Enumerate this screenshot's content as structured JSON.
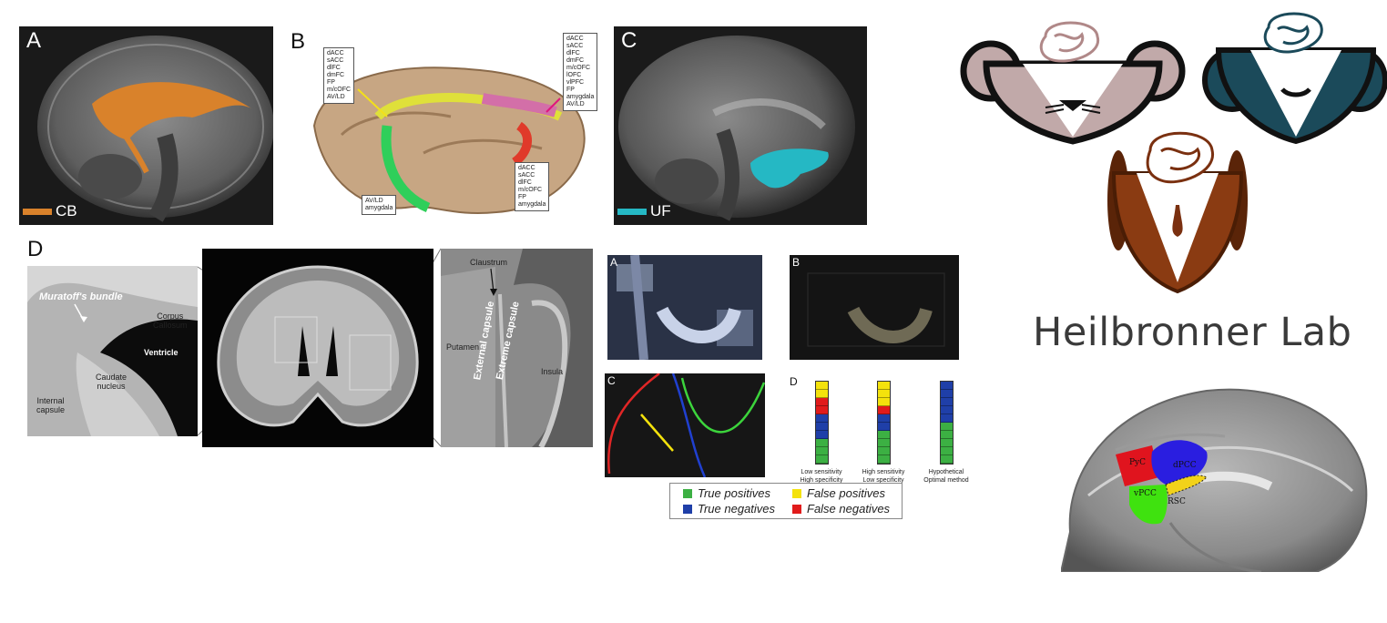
{
  "panels": {
    "A": {
      "letter": "A",
      "tract": "CB",
      "tract_color": "#d9822b"
    },
    "B": {
      "letter": "B",
      "box_left": "dACC\nsACC\ndlFC\ndmFC\nFP\nm/cOFC\nAV/LD",
      "box_right": "dACC\nsACC\ndlFC\ndmFC\nm/cOFC\nlOFC\nvlPFC\nFP\namygdala\nAV/LD",
      "box_bottom_left": "AV/LD\namygdala",
      "box_bottom_right": "dACC\nsACC\ndlFC\nm/cOFC\nFP\namygdala"
    },
    "C": {
      "letter": "C",
      "tract": "UF",
      "tract_color": "#25b8c4"
    },
    "D": {
      "letter": "D",
      "left_labels": {
        "bundle": "Muratoff's bundle",
        "corpus": "Corpus\nCallosum",
        "ventricle": "Ventricle",
        "caudate": "Caudate\nnucleus",
        "internal": "Internal\ncapsule"
      },
      "right_labels": {
        "claustrum": "Claustrum",
        "extreme": "Extreme capsule",
        "external": "External capsule",
        "putamen": "Putamen",
        "insula": "Insula"
      }
    }
  },
  "methods": {
    "sub_letters": [
      "A",
      "B",
      "C",
      "D"
    ],
    "bars": [
      {
        "caption": "Low sensitivity\nHigh specificity",
        "segments": [
          "#f4e20c",
          "#f4e20c",
          "#e11b1b",
          "#e11b1b",
          "#1f3fa8",
          "#1f3fa8",
          "#1f3fa8",
          "#3cb043",
          "#3cb043",
          "#3cb043"
        ]
      },
      {
        "caption": "High sensitivity\nLow specificity",
        "segments": [
          "#f4e20c",
          "#f4e20c",
          "#f4e20c",
          "#e11b1b",
          "#1f3fa8",
          "#1f3fa8",
          "#3cb043",
          "#3cb043",
          "#3cb043",
          "#3cb043"
        ]
      },
      {
        "caption": "Hypothetical\nOptimal method",
        "segments": [
          "#1f3fa8",
          "#1f3fa8",
          "#1f3fa8",
          "#1f3fa8",
          "#1f3fa8",
          "#3cb043",
          "#3cb043",
          "#3cb043",
          "#3cb043",
          "#3cb043"
        ]
      }
    ],
    "legend": [
      {
        "label": "True positives",
        "color": "#3cb043"
      },
      {
        "label": "False positives",
        "color": "#f4e20c"
      },
      {
        "label": "True negatives",
        "color": "#1f3fa8"
      },
      {
        "label": "False negatives",
        "color": "#e11b1b"
      }
    ]
  },
  "lab": {
    "title": "Heilbronner Lab",
    "regions": {
      "pyc": {
        "label": "PyC",
        "color": "#e0141e"
      },
      "dpcc": {
        "label": "dPCC",
        "color": "#2a1ee0"
      },
      "vpcc": {
        "label": "vPCC",
        "color": "#3fe20f"
      },
      "rsc": {
        "label": "RSC",
        "color": "#f2d21a"
      }
    },
    "animals": {
      "rat_color": "#c1a9a9",
      "bat_color": "#1b4a5a",
      "monkey_color": "#8a3b12"
    }
  }
}
